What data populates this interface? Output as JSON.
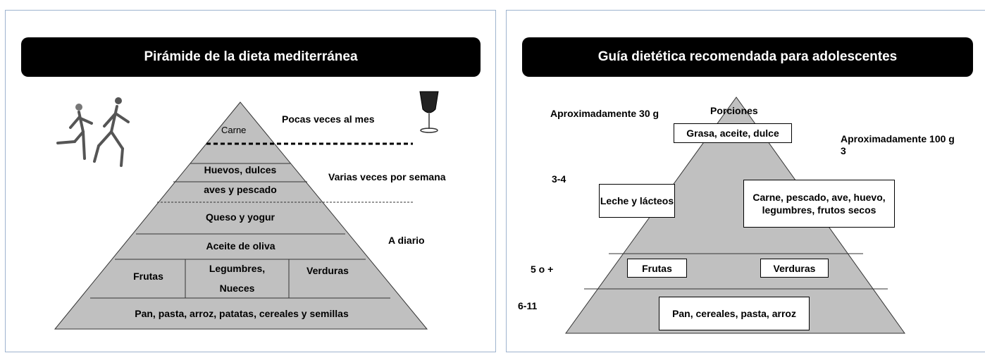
{
  "left": {
    "title": "Pirámide de la dieta mediterránea",
    "levels": {
      "top": "Carne",
      "l2a": "Huevos, dulces",
      "l2b": "aves y pescado",
      "l3": "Queso y yogur",
      "l4": "Aceite de oliva",
      "l5_left": "Frutas",
      "l5_mid_1": "Legumbres,",
      "l5_mid_2": "Nueces",
      "l5_right": "Verduras",
      "base": "Pan, pasta, arroz, patatas, cereales y semillas"
    },
    "frequencies": {
      "monthly": "Pocas veces al mes",
      "weekly": "Varias veces por semana",
      "daily": "A diario"
    }
  },
  "right": {
    "title": "Guía dietética recomendada para adolescentes",
    "header": "Porciones",
    "portions": {
      "fats": "Aproximadamente 30 g",
      "protein_1": "Aproximadamente 100 g",
      "protein_2": "3",
      "dairy": "3-4",
      "fruit_veg": "5 o +",
      "grains": "6-11"
    },
    "boxes": {
      "fats": "Grasa, aceite, dulce",
      "dairy": "Leche y lácteos",
      "protein": "Carne, pescado, ave, huevo, legumbres, frutos secos",
      "fruits": "Frutas",
      "vegetables": "Verduras",
      "grains": "Pan, cereales, pasta, arroz"
    }
  },
  "colors": {
    "pyramid_fill": "#c0c0c0",
    "banner": "#000000"
  }
}
